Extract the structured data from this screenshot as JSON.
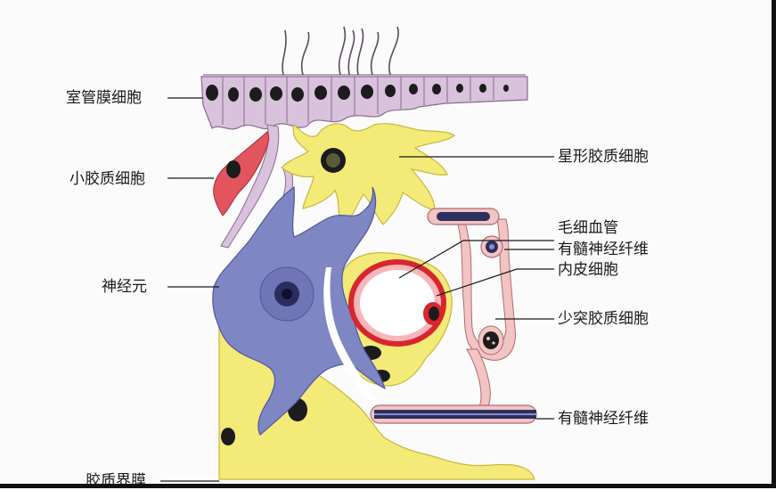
{
  "labels": {
    "ependymal": "室管膜细胞",
    "microglia": "小胶质细胞",
    "neuron": "神经元",
    "glial_limiting_membrane": "胶质界膜",
    "astrocyte": "星形胶质细胞",
    "capillary": "毛细血管",
    "myelinated_fiber_top": "有髓神经纤维",
    "endothelial": "内皮细胞",
    "oligodendrocyte": "少突胶质细胞",
    "myelinated_fiber_bottom": "有髓神经纤维"
  },
  "colors": {
    "ependymal_fill": "#d8c2dc",
    "ependymal_stroke": "#8a6a8e",
    "astrocyte": "#f3ea78",
    "neuron": "#7f86c4",
    "microglia": "#e2545e",
    "oligodendrocyte": "#f2c4c4",
    "capillary_wall": "#d8262e",
    "myelin_dark": "#2d2f5c",
    "nucleus": "#1c1c1c",
    "leader": "#1a1a1a"
  }
}
